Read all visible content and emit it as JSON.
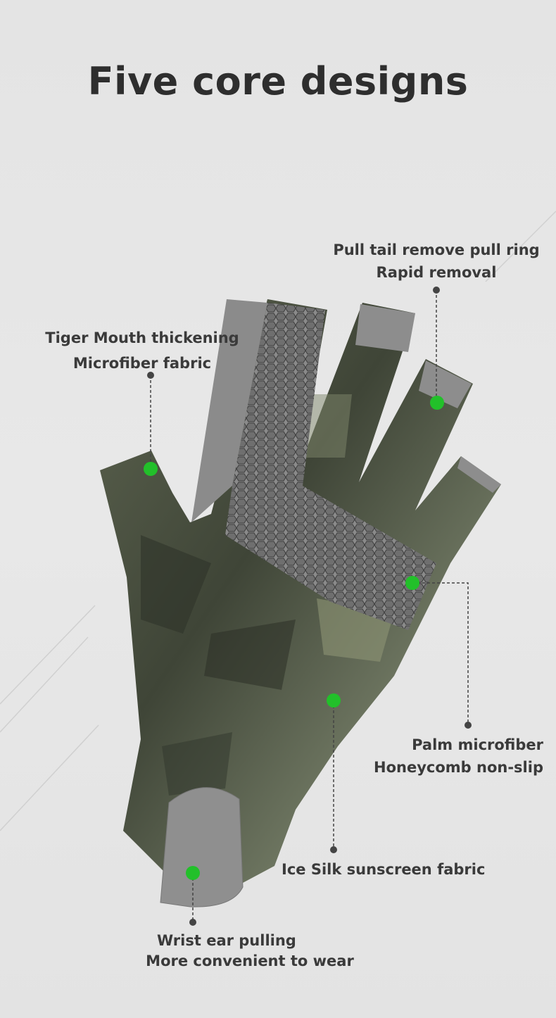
{
  "title": "Five core designs",
  "features": [
    {
      "line1": "Pull tail remove pull ring",
      "line2": "Rapid removal"
    },
    {
      "line1": "Tiger Mouth thickening",
      "line2": "Microfiber fabric"
    },
    {
      "line1": "Palm microfiber",
      "line2": "Honeycomb non-slip"
    },
    {
      "line1": "Ice Silk sunscreen fabric"
    },
    {
      "line1": "Wrist ear pulling",
      "line2": "More convenient to wear"
    }
  ],
  "colors": {
    "marker": "#22c02a",
    "text": "#333333",
    "background": "#e6e6e6"
  }
}
